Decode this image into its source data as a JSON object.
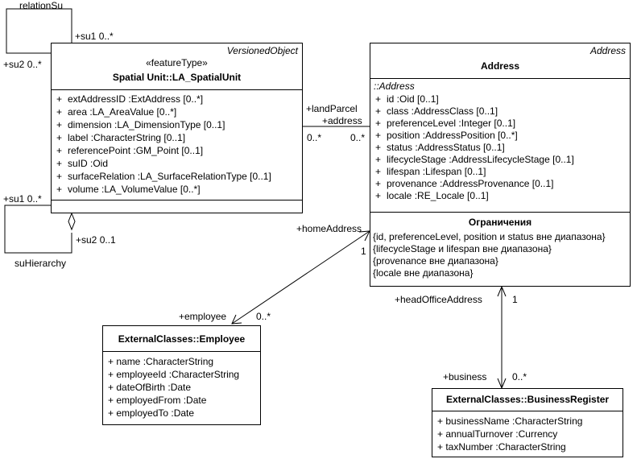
{
  "spatial_unit": {
    "stereotype_note": "VersionedObject",
    "stereotype": "«featureType»",
    "name": "Spatial Unit::LA_SpatialUnit",
    "attributes": [
      {
        "vis": "+",
        "text": "extAddressID  :ExtAddress [0..*]"
      },
      {
        "vis": "+",
        "text": "area  :LA_AreaValue [0..*]"
      },
      {
        "vis": "+",
        "text": "dimension  :LA_DimensionType [0..1]"
      },
      {
        "vis": "+",
        "text": "label  :CharacterString [0..1]"
      },
      {
        "vis": "+",
        "text": "referencePoint  :GM_Point [0..1]"
      },
      {
        "vis": "+",
        "text": "suID  :Oid"
      },
      {
        "vis": "+",
        "text": "surfaceRelation  :LA_SurfaceRelationType [0..1]"
      },
      {
        "vis": "+",
        "text": "volume  :LA_VolumeValue [0..*]"
      }
    ]
  },
  "address": {
    "stereotype_note": "Address",
    "name": "Address",
    "parent": "::Address",
    "attributes": [
      {
        "vis": "+",
        "text": "id  :Oid [0..1]"
      },
      {
        "vis": "+",
        "text": "class  :AddressClass [0..1]"
      },
      {
        "vis": "+",
        "text": "preferenceLevel  :Integer [0..1]"
      },
      {
        "vis": "+",
        "text": "position  :AddressPosition [0..*]"
      },
      {
        "vis": "+",
        "text": "status  :AddressStatus [0..1]"
      },
      {
        "vis": "+",
        "text": "lifecycleStage  :AddressLifecycleStage [0..1]"
      },
      {
        "vis": "+",
        "text": "lifespan  :Lifespan [0..1]"
      },
      {
        "vis": "+",
        "text": "provenance  :AddressProvenance [0..1]"
      },
      {
        "vis": "+",
        "text": "locale  :RE_Locale [0..1]"
      }
    ],
    "constraints_title": "Ограничения",
    "constraints": [
      "{id, preferenceLevel, position и status вне диапазона}",
      "{lifecycleStage и lifespan вне диапазона}",
      "{provenance вне диапазона}",
      "{locale вне диапазона}"
    ]
  },
  "employee": {
    "name": "ExternalClasses::Employee",
    "attributes": [
      "+ name :CharacterString",
      "+ employeeId :CharacterString",
      "+ dateOfBirth :Date",
      "+ employedFrom :Date",
      "+ employedTo :Date"
    ]
  },
  "business_register": {
    "name": "ExternalClasses::BusinessRegister",
    "attributes": [
      "+ businessName :CharacterString",
      "+ annualTurnover :Currency",
      "+ taxNumber :CharacterString"
    ]
  },
  "associations": {
    "relation_su": {
      "name": "relationSu",
      "end1_role": "+su1 0..*",
      "end2_role": "+su2 0..*"
    },
    "su_hierarchy": {
      "name": "suHierarchy",
      "end1_role": "+su1 0..*",
      "end2_role": "+su2 0..1"
    },
    "land_parcel": {
      "su_role": "+landParcel",
      "su_mult": "0..*",
      "addr_role": "+address",
      "addr_mult": "0..*"
    },
    "home_address": {
      "addr_role": "+homeAddress",
      "addr_mult": "1",
      "emp_role": "+employee",
      "emp_mult": "0..*"
    },
    "head_office": {
      "addr_role": "+headOfficeAddress",
      "addr_mult": "1",
      "bus_role": "+business",
      "bus_mult": "0..*"
    }
  }
}
